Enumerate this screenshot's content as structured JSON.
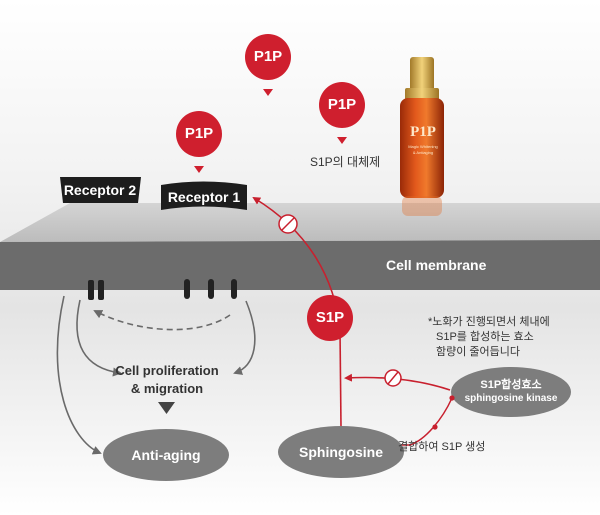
{
  "p1p_pins": [
    "P1P",
    "P1P",
    "P1P"
  ],
  "substitute_caption": "S1P의 대체제",
  "receptors": {
    "receptor2": "Receptor 2",
    "receptor1": "Receptor 1"
  },
  "membrane_label": "Cell membrane",
  "s1p_badge": "S1P",
  "note_lines": [
    "*노화가 진행되면서 체내에",
    "S1P를 합성하는 효소",
    "함량이 줄어듭니다"
  ],
  "kinase": {
    "line1": "S1P합성효소",
    "line2": "sphingosine kinase"
  },
  "sphingosine_label": "Sphingosine",
  "combine_caption": "결합하여 S1P 생성",
  "proliferation": {
    "line1": "Cell proliferation",
    "line2": "& migration"
  },
  "anti_aging_label": "Anti-aging",
  "product_label": {
    "brand": "P1P",
    "sub1": "Magic Whitening",
    "sub2": "& Antiaging"
  },
  "colors": {
    "pin_red": "#cf1f2e",
    "line_red": "#c8202e",
    "membrane_top": "#c9c9c9",
    "membrane_band": "#6c6c6c",
    "oval_gray": "#7d7d7d",
    "arrow_gray": "#6a6a6a",
    "receptor_black": "#1d1d1d"
  }
}
